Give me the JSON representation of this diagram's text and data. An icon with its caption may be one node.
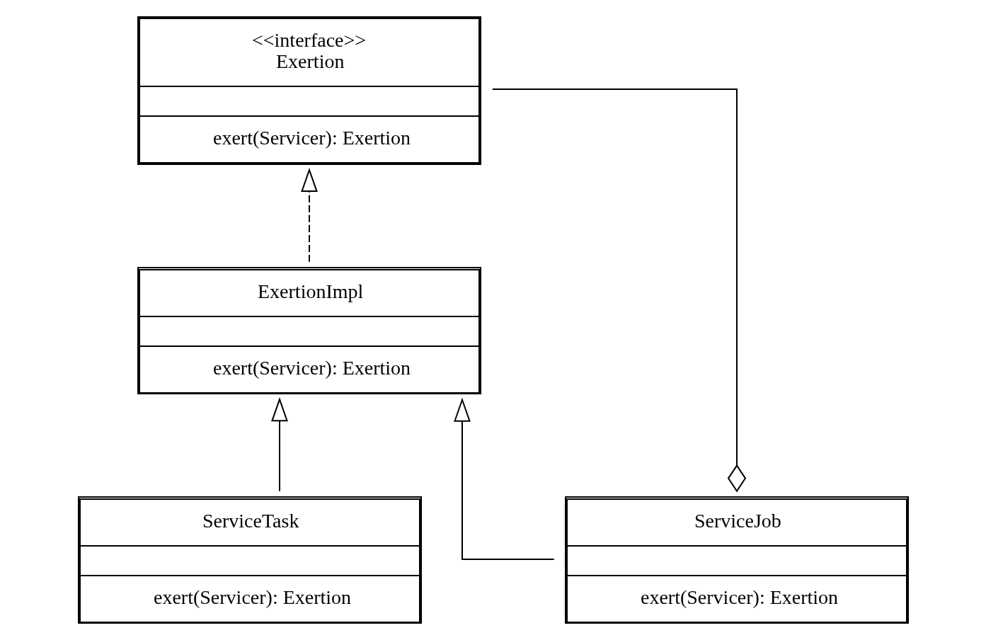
{
  "diagram": {
    "nodes": [
      {
        "text": [
          "<<interface>>",
          "Exertion",
          "exert(Servicer): Exertion"
        ]
      },
      {
        "text": [
          "ExertionImpl",
          "exert(Servicer): Exertion"
        ]
      },
      {
        "text": [
          "ServiceTask",
          "exert(Servicer): Exertion"
        ]
      },
      {
        "text": [
          "ServiceJob",
          "exert(Servicer): Exertion"
        ]
      }
    ],
    "edges": [
      {
        "from": 1,
        "to": 0,
        "arrow": "to",
        "style": "dashed"
      },
      {
        "from": 2,
        "to": 1,
        "arrow": "to"
      },
      {
        "from": 3,
        "to": 1,
        "arrow": "to"
      },
      {
        "from": 3,
        "to": 0,
        "arrow": "other"
      }
    ]
  }
}
